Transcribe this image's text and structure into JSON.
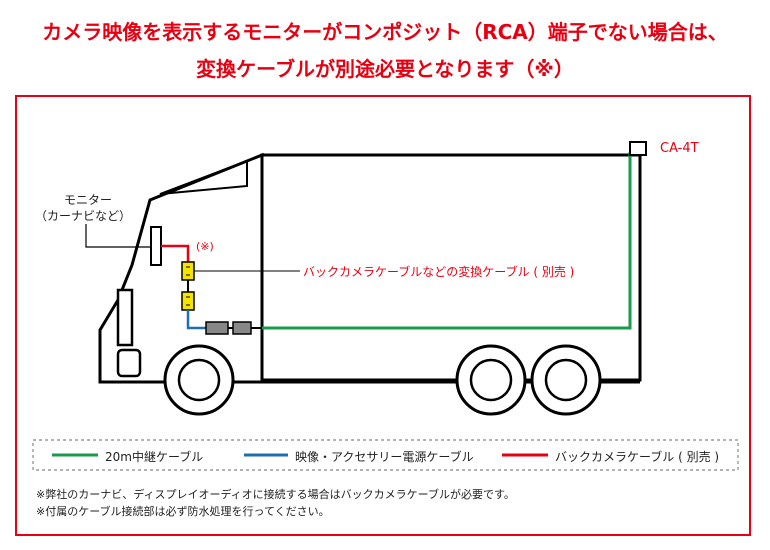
{
  "header": {
    "line1": "カメラ映像を表示するモニターがコンポジット（RCA）端子でない場合は、",
    "line2": "変換ケーブルが別途必要となります（※）"
  },
  "diagram": {
    "camera_label": "CA-4T",
    "monitor_label_line1": "モニター",
    "monitor_label_line2": "（カーナビなど）",
    "note_mark": "(※)",
    "conversion_cable_label": "バックカメラケーブルなどの変換ケーブル ( 別売 )"
  },
  "legend": {
    "items": [
      {
        "label": "20m中継ケーブル",
        "color": "#1a9a4b"
      },
      {
        "label": "映像・アクセサリー電源ケーブル",
        "color": "#1f6fae"
      },
      {
        "label": "バックカメラケーブル ( 別売 )",
        "color": "#e60012"
      }
    ]
  },
  "notes": [
    "※弊社のカーナビ、ディスプレイオーディオに接続する場合はバックカメラケーブルが必要です。",
    "※付属のケーブル接続部は必ず防水処理を行ってください。"
  ],
  "colors": {
    "accent": "#e60012",
    "green": "#1a9a4b",
    "blue": "#1f6fae",
    "connector": "#f5e400"
  }
}
